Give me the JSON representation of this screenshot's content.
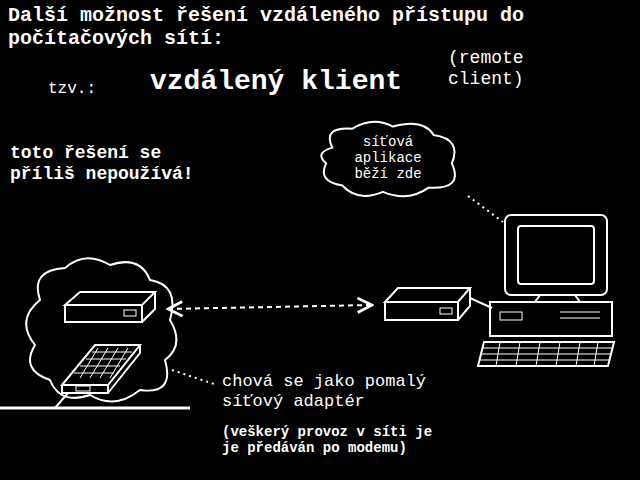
{
  "diagram": {
    "title": "Další možnost řešení vzdáleného přístupu do počítačových sítí:",
    "nodes": [
      {
        "text": [
          "síťová aplikace běží zde"
        ]
      }
    ],
    "labels": [
      "tzv.:",
      "vzdálený klient",
      "(remote client)",
      "toto řešení se příliš nepoužívá!",
      "chová se jako pomalý síťový adaptér",
      "(veškerý provoz v síti je je předáván po modemu)"
    ]
  }
}
